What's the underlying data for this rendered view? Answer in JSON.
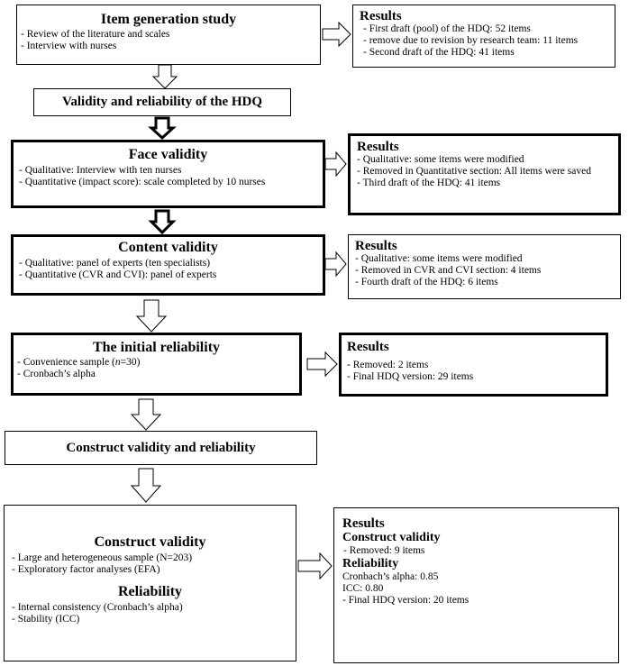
{
  "item_generation": {
    "title": "Item generation study",
    "lines": [
      "- Review of the literature and scales",
      "- Interview with nurses"
    ]
  },
  "results_1": {
    "title": "Results",
    "lines": [
      "- First draft (pool) of the HDQ: 52 items",
      "- remove due to revision by research team: 11 items",
      "- Second draft of the HDQ: 41 items"
    ]
  },
  "validity_reliability": {
    "title": "Validity and reliability of the HDQ"
  },
  "face_validity": {
    "title": "Face validity",
    "lines": [
      "- Qualitative: Interview with ten nurses",
      "- Quantitative (impact score): scale completed by 10 nurses"
    ]
  },
  "results_2": {
    "title": "Results",
    "lines": [
      "- Qualitative: some items were modified",
      "- Removed in Quantitative section: All items were saved",
      "- Third draft of the HDQ: 41 items"
    ]
  },
  "content_validity": {
    "title": "Content validity",
    "lines": [
      "- Qualitative: panel of experts (ten specialists)",
      "- Quantitative (CVR and CVI): panel of experts"
    ]
  },
  "results_3": {
    "title": "Results",
    "lines": [
      "- Qualitative: some items were modified",
      "- Removed in CVR and CVI section: 4 items",
      "- Fourth draft of the HDQ: 6 items"
    ]
  },
  "initial_reliability": {
    "title": "The initial reliability",
    "line1_prefix": "- Convenience sample (",
    "line1_n": "n",
    "line1_suffix": "=30)",
    "line2": "- Cronbach’s alpha"
  },
  "results_4": {
    "title": "Results",
    "lines": [
      "- Removed: 2 items",
      "- Final HDQ version: 29 items"
    ]
  },
  "construct_header": {
    "title": "Construct validity and reliability"
  },
  "construct_box": {
    "cv_title": "Construct validity",
    "cv_lines": [
      "- Large and heterogeneous sample (N=203)",
      "- Exploratory factor analyses (EFA)"
    ],
    "rel_title": "Reliability",
    "rel_lines": [
      "- Internal consistency (Cronbach’s alpha)",
      "- Stability (ICC)"
    ]
  },
  "results_5": {
    "title": "Results",
    "cv_title": "Construct validity",
    "cv_lines": [
      "- Removed: 9 items"
    ],
    "rel_title": "Reliability",
    "rel_lines": [
      "Cronbach’s alpha: 0.85",
      "ICC: 0.80",
      "- Final HDQ version: 20 items"
    ]
  },
  "colors": {
    "border": "#000000",
    "background": "#ffffff"
  }
}
